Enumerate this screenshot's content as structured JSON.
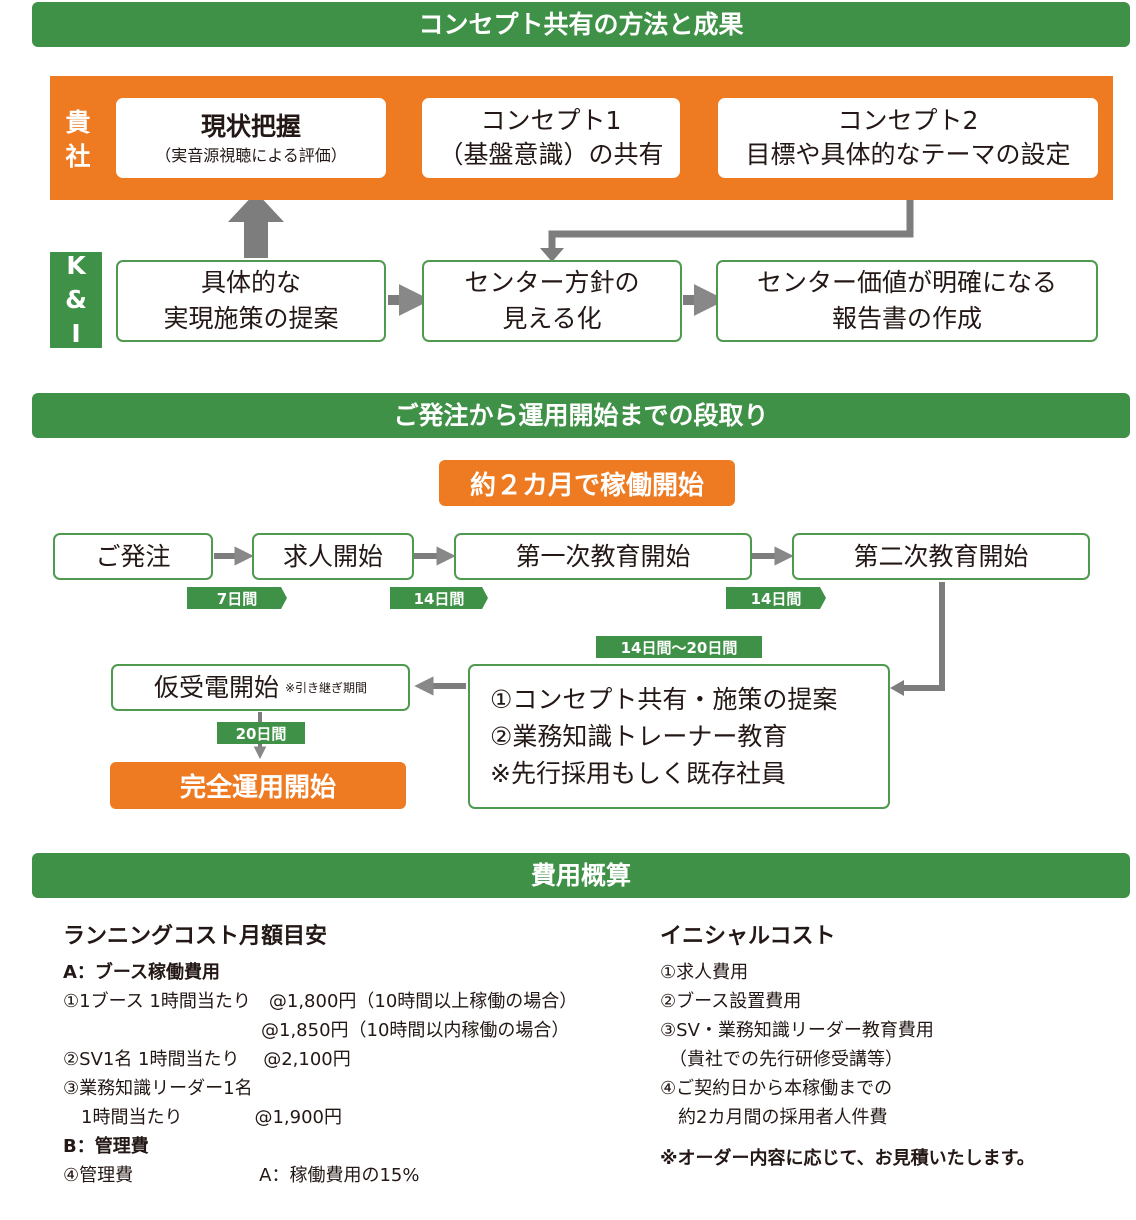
{
  "sections": {
    "concept": "コンセプト共有の方法と成果",
    "schedule": "ご発注から運用開始までの段取り",
    "cost": "費用概算"
  },
  "concept": {
    "client_label": "貴\n社",
    "partner_label": "K\n&\nI",
    "client_boxes": [
      {
        "line1": "現状把握",
        "line2": "（実音源視聴による評価）"
      },
      {
        "line1": "コンセプト1",
        "line2": "（基盤意識）の共有"
      },
      {
        "line1": "コンセプト2",
        "line2": "目標や具体的なテーマの設定"
      }
    ],
    "partner_boxes": [
      {
        "line1": "具体的な",
        "line2": "実現施策の提案"
      },
      {
        "line1": "センター方針の",
        "line2": "見える化"
      },
      {
        "line1": "センター価値が明確になる",
        "line2": "報告書の作成"
      }
    ]
  },
  "schedule": {
    "headline": "約２カ月で稼働開始",
    "steps": [
      "ご発注",
      "求人開始",
      "第一次教育開始",
      "第二次教育開始"
    ],
    "durations": [
      "7日間",
      "14日間",
      "14日間",
      "14日間〜20日間",
      "20日間"
    ],
    "training": {
      "items": [
        "①コンセプト共有・施策の提案",
        "②業務知識トレーナー教育",
        "※先行採用もしく既存社員"
      ]
    },
    "interim": {
      "label": "仮受電開始",
      "note": "※引き継ぎ期間"
    },
    "final": "完全運用開始"
  },
  "cost": {
    "running": {
      "title": "ランニングコスト月額目安",
      "a_title": "A：ブース稼働費用",
      "lines": [
        "①1ブース 1時間当たり　@1,800円（10時間以上稼働の場合）",
        "　　　　　　　　　　　@1,850円（10時間以内稼働の場合）",
        "②SV1名 1時間当たり　 @2,100円",
        "③業務知識リーダー1名",
        "　1時間当たり　　　　@1,900円"
      ],
      "b_title": "B：管理費",
      "b_line": "④管理費　　　　　　　A：稼働費用の15%"
    },
    "initial": {
      "title": "イニシャルコスト",
      "lines": [
        "①求人費用",
        "②ブース設置費用",
        "③SV・業務知識リーダー教育費用",
        "　（貴社での先行研修受講等）",
        "④ご契約日から本稼働までの",
        "　約2カ月間の採用者人件費"
      ],
      "note": "※オーダー内容に応じて、お見積いたします。"
    }
  }
}
